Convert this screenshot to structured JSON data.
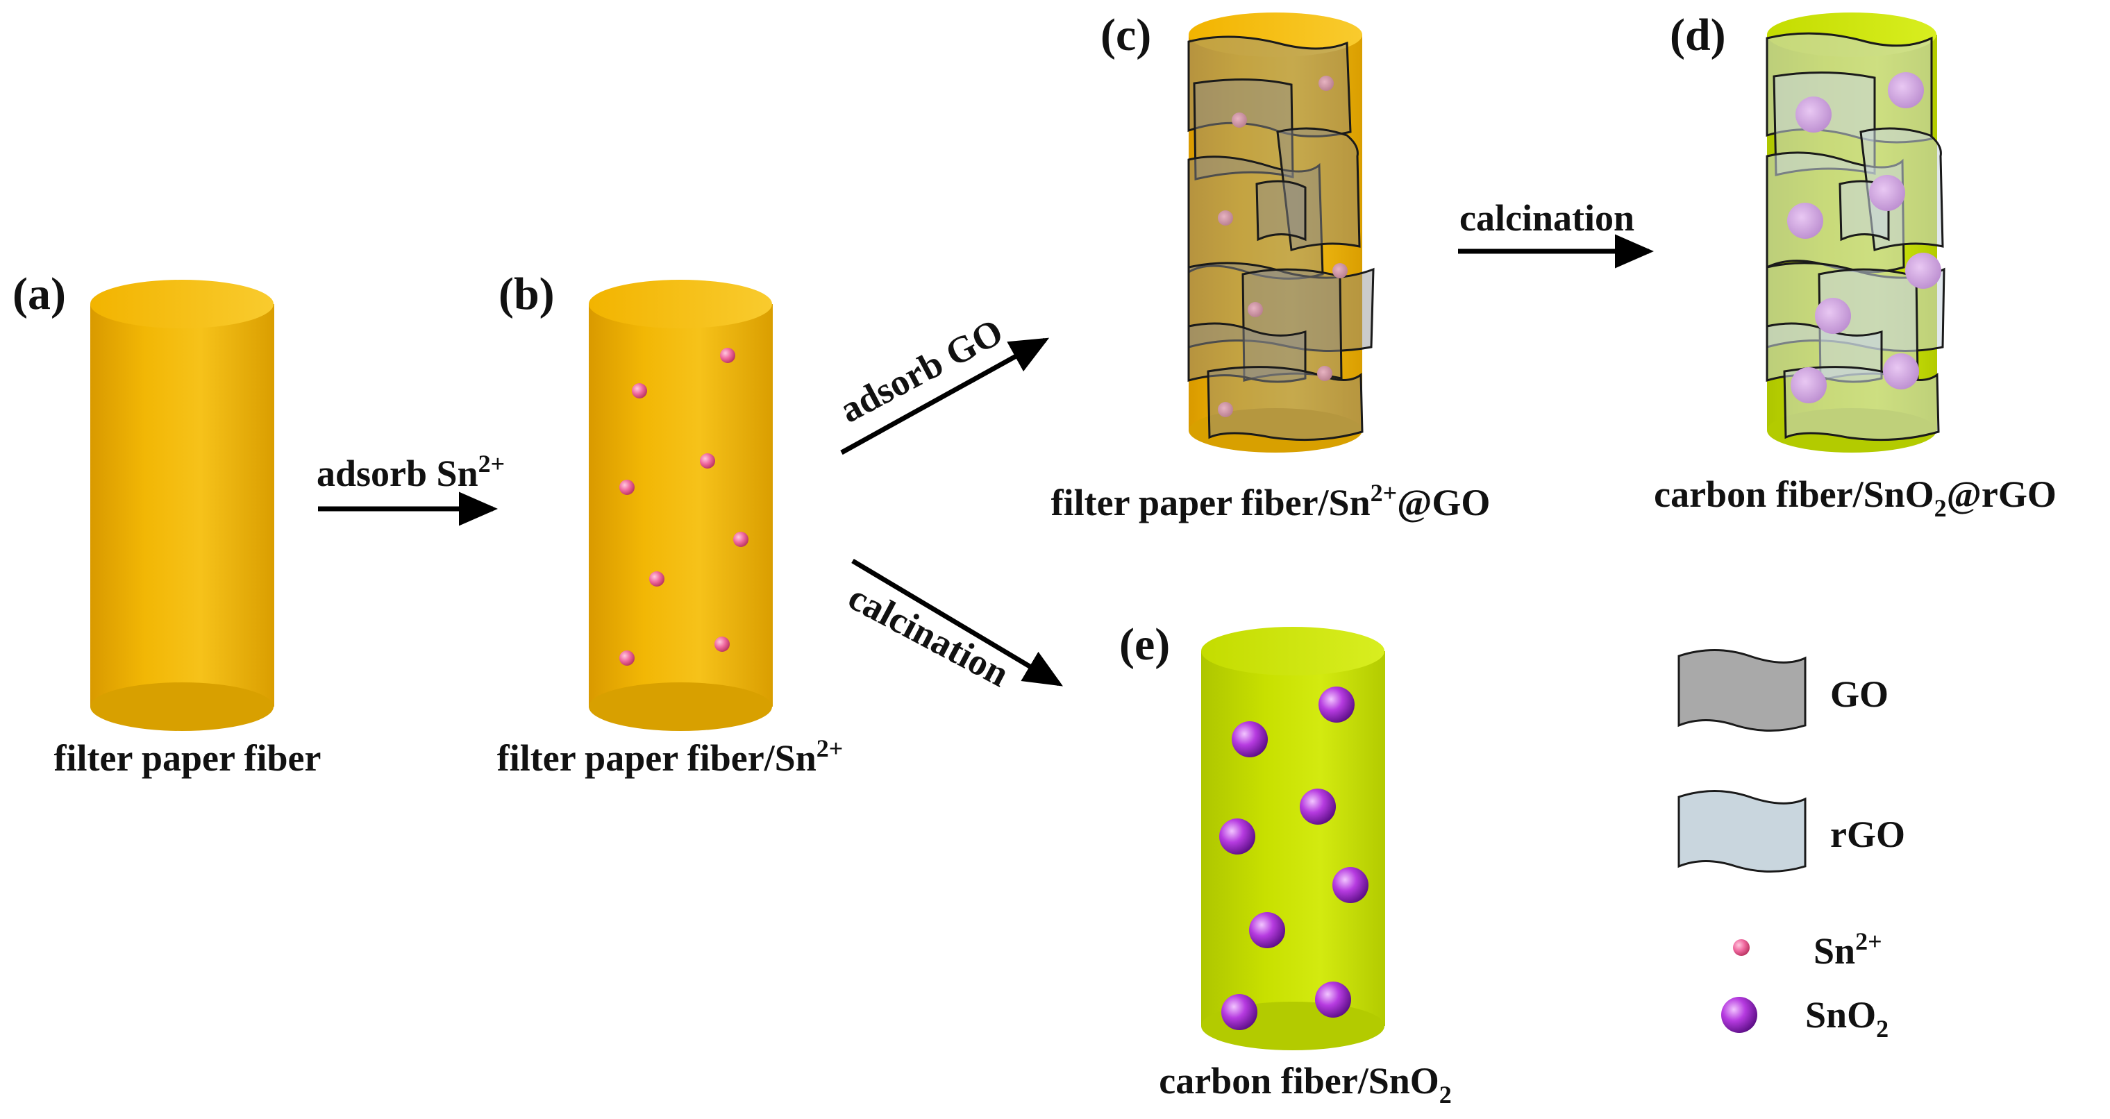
{
  "panels": {
    "a": {
      "label": "(a)",
      "caption": "filter paper fiber"
    },
    "b": {
      "label": "(b)",
      "caption_main": "filter paper fiber/Sn",
      "caption_sup": "2+"
    },
    "c": {
      "label": "(c)",
      "caption_main": "filter paper fiber/Sn",
      "caption_sup": "2+",
      "caption_tail": "@GO"
    },
    "d": {
      "label": "(d)",
      "caption_main": "carbon fiber/SnO",
      "caption_sub": "2",
      "caption_tail": "@rGO"
    },
    "e": {
      "label": "(e)",
      "caption_main": "carbon fiber/SnO",
      "caption_sub": "2"
    }
  },
  "steps": {
    "adsorb_sn": {
      "main": "adsorb Sn",
      "sup": "2+"
    },
    "adsorb_go": "adsorb GO",
    "calcination_top": "calcination",
    "calcination_bottom": "calcination"
  },
  "legend": {
    "go": "GO",
    "rgo": "rGO",
    "sn_main": "Sn",
    "sn_sup": "2+",
    "sno2_main": "SnO",
    "sno2_sub": "2"
  },
  "colors": {
    "filter_paper_fiber": "#F2B705",
    "carbon_fiber": "#C8E000",
    "sn_ion": "#F06AA0",
    "sno2_particle": "#B63BE0",
    "go_sheet": "#A9A9A9",
    "rgo_sheet": "#C9D6DE"
  }
}
